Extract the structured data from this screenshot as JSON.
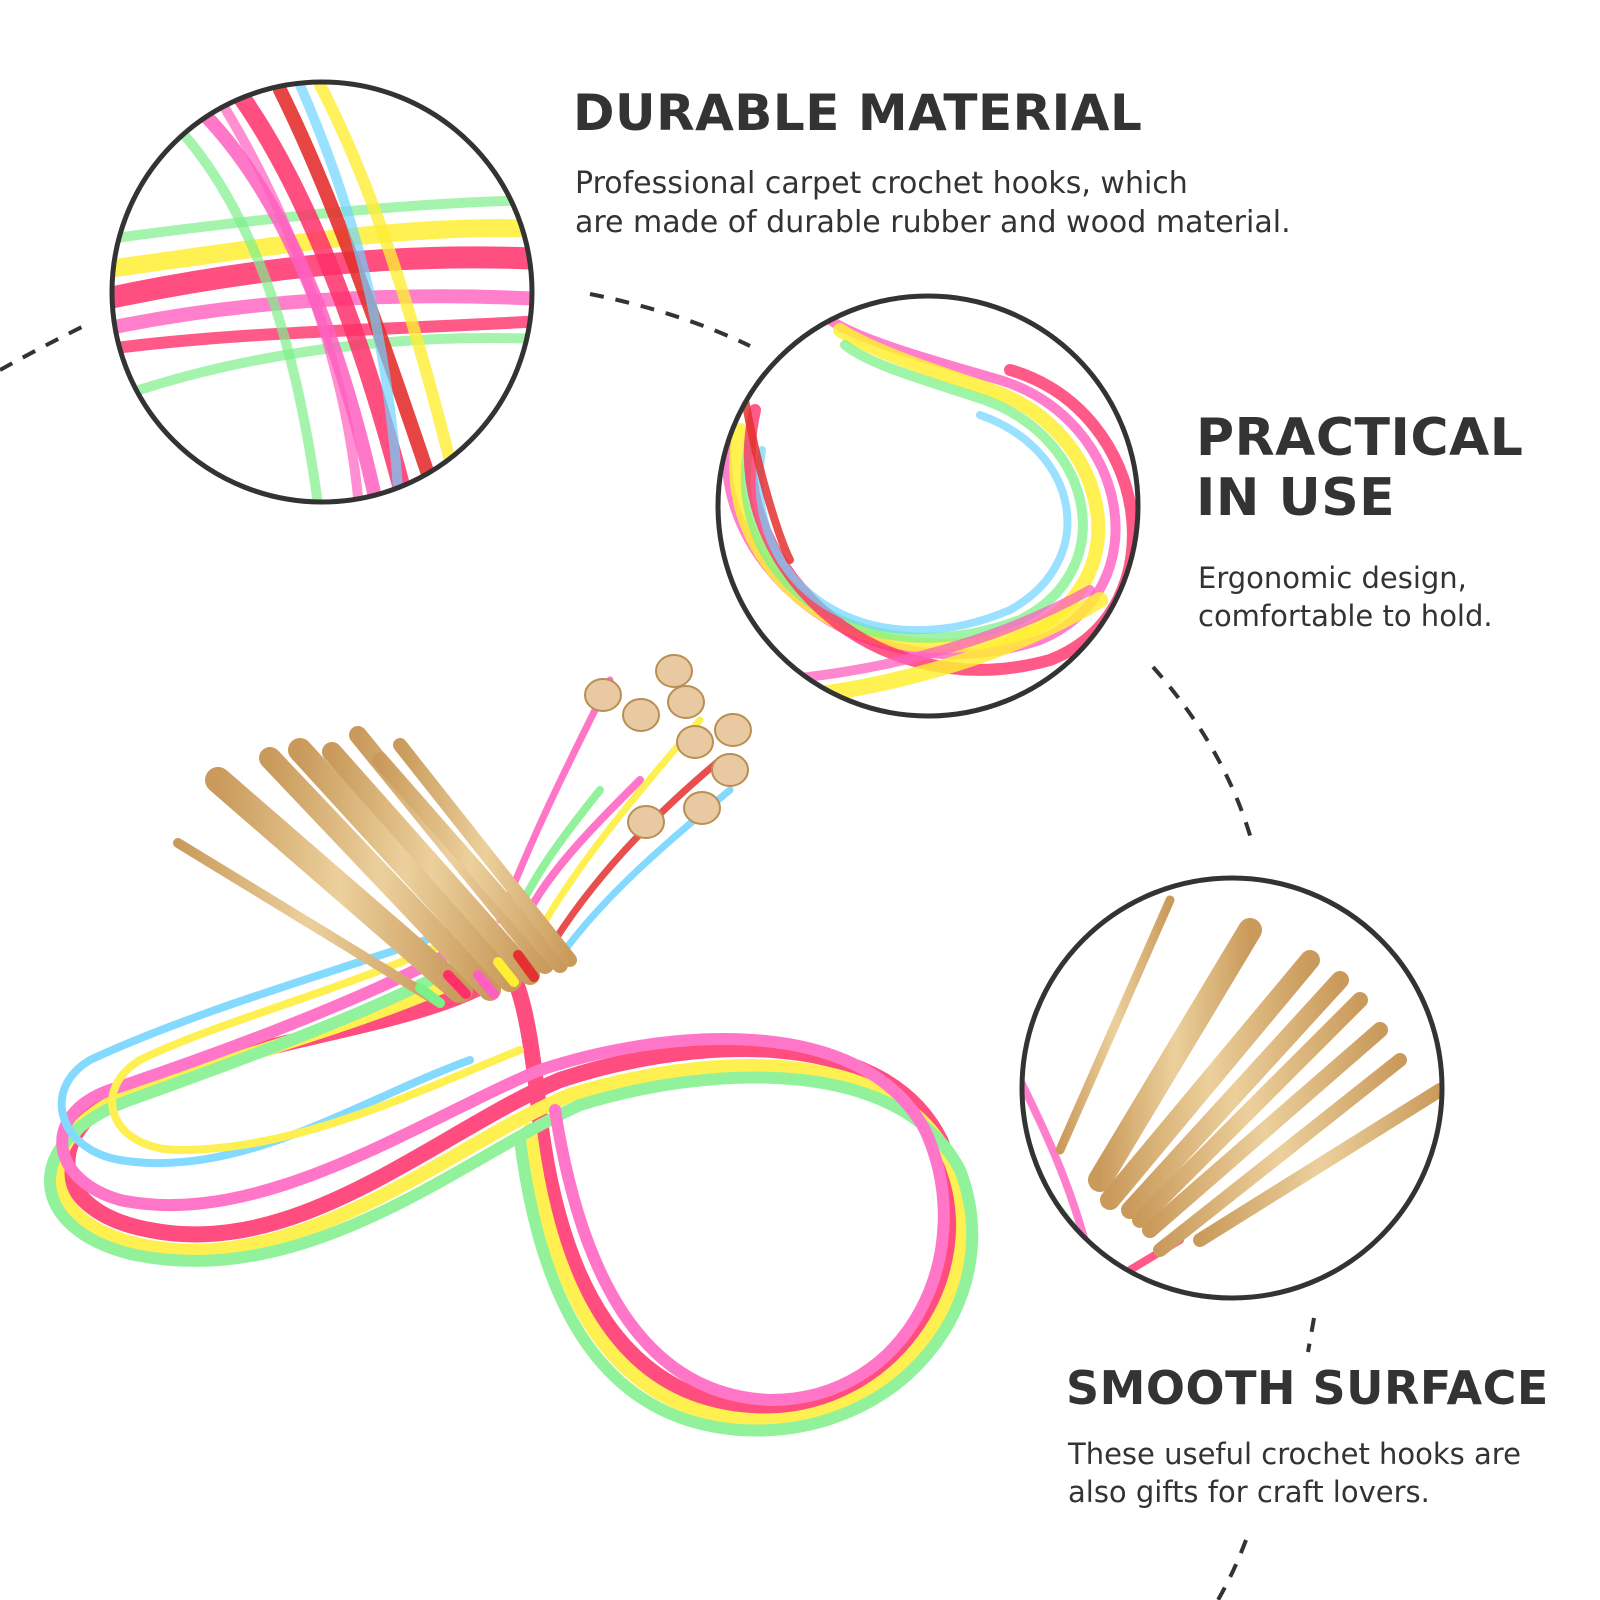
{
  "colors": {
    "text": "#333333",
    "circle_border": "#333333",
    "dash": "#333333",
    "background": "#ffffff",
    "tube_palette": [
      "#ff2f6a",
      "#ff5fbf",
      "#ffee33",
      "#7ef08a",
      "#6fd3ff",
      "#e43030",
      "#c9f7ff"
    ],
    "bamboo": "#e0bd83",
    "bamboo_dark": "#b98e52",
    "bead": "#e8c9a2"
  },
  "features": [
    {
      "id": "durable",
      "title_lines": [
        "DURABLE MATERIAL"
      ],
      "body_lines": [
        "Professional carpet crochet hooks, which",
        "are made of durable rubber and wood material."
      ],
      "photo_icon": "tangled-tubes-closeup"
    },
    {
      "id": "practical",
      "title_lines": [
        "PRACTICAL",
        "IN USE"
      ],
      "body_lines": [
        "Ergonomic design,",
        "comfortable to hold."
      ],
      "photo_icon": "looped-tubes-closeup"
    },
    {
      "id": "smooth",
      "title_lines": [
        "SMOOTH SURFACE"
      ],
      "body_lines": [
        "These useful crochet hooks are",
        "also gifts for craft lovers."
      ],
      "photo_icon": "bamboo-hooks-closeup"
    }
  ],
  "product_photo_icon": "crochet-hook-set-photo"
}
